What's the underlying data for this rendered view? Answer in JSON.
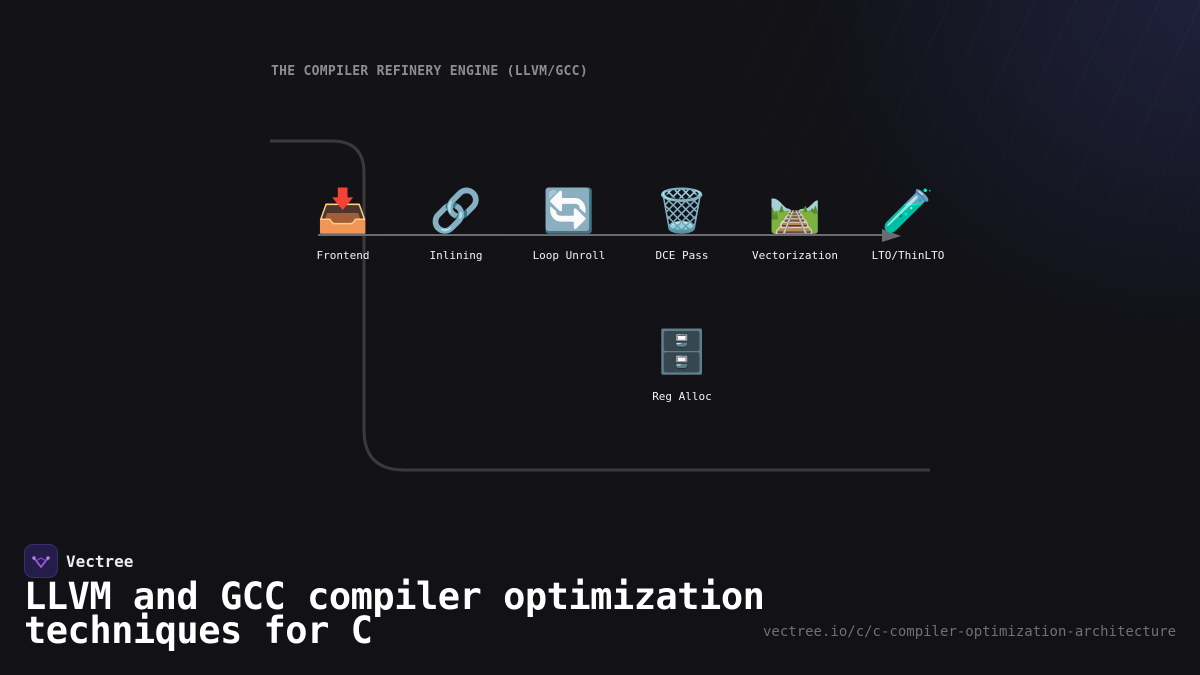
{
  "diagram": {
    "title": "THE COMPILER REFINERY ENGINE (LLVM/GCC)",
    "nodes": [
      {
        "id": "frontend",
        "icon": "📥",
        "icon_name": "inbox-tray-icon",
        "label": "Frontend"
      },
      {
        "id": "inlining",
        "icon": "🔗",
        "icon_name": "link-icon",
        "label": "Inlining"
      },
      {
        "id": "loop-unroll",
        "icon": "🔄",
        "icon_name": "arrows-loop-icon",
        "label": "Loop Unroll"
      },
      {
        "id": "dce-pass",
        "icon": "🗑️",
        "icon_name": "wastebasket-icon",
        "label": "DCE Pass"
      },
      {
        "id": "vectorization",
        "icon": "🛤️",
        "icon_name": "railway-track-icon",
        "label": "Vectorization"
      },
      {
        "id": "lto",
        "icon": "🧪",
        "icon_name": "test-tube-icon",
        "label": "LTO/ThinLTO"
      },
      {
        "id": "reg-alloc",
        "icon": "🗄️",
        "icon_name": "file-cabinet-icon",
        "label": "Reg Alloc"
      }
    ],
    "colors": {
      "pipe": "#3a3a3e",
      "flow": "#6a6a70",
      "title": "#8d8d93"
    }
  },
  "footer": {
    "brand": "Vectree",
    "headline": "LLVM and GCC compiler optimization techniques for C",
    "url": "vectree.io/c/c-compiler-optimization-architecture",
    "colors": {
      "logo_bg": "#241d4a",
      "logo_mark": "#a35bd6"
    }
  }
}
